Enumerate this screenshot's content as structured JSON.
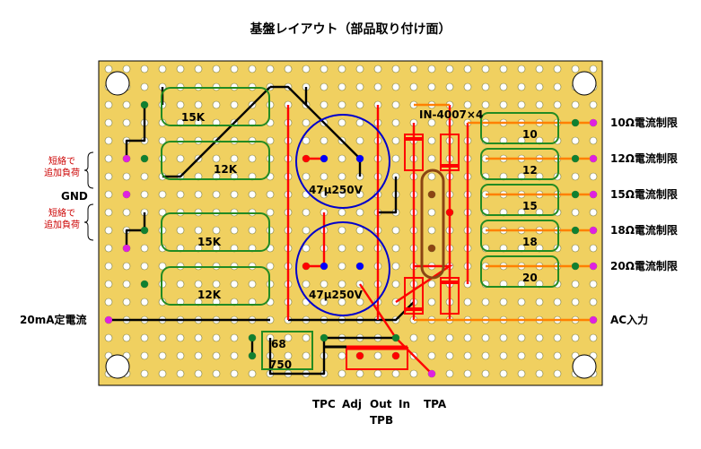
{
  "title": "基盤レイアウト（部品取り付け面）",
  "left_labels": {
    "short_top": [
      "短絡で",
      "追加負荷"
    ],
    "gnd": "GND",
    "short_bottom": [
      "短絡で",
      "追加負荷"
    ],
    "constant_current": "20mA定電流"
  },
  "right_labels": [
    "10Ω電流制限",
    "12Ω電流制限",
    "15Ω電流制限",
    "18Ω電流制限",
    "20Ω電流制限",
    "AC入力"
  ],
  "bottom_labels": {
    "tpc": "TPC",
    "adj": "Adj",
    "out": "Out",
    "in": "In",
    "tpa": "TPA",
    "tpb": "TPB"
  },
  "components": {
    "resistors_left": [
      "15K",
      "12K",
      "15K",
      "12K"
    ],
    "resistors_right": [
      "10",
      "12",
      "15",
      "18",
      "20"
    ],
    "resistors_bottom": [
      "68",
      "750"
    ],
    "capacitors": [
      "47μ250V",
      "47μ250V"
    ],
    "diode_label": "IN-4007×4"
  },
  "colors": {
    "board": "#f0d060",
    "hole": "#ffffff",
    "wire_black": "#000000",
    "wire_red": "#ff0000",
    "wire_orange": "#ff8000",
    "resistor_outline": "#228b22",
    "capacitor_outline": "#0000cc",
    "pin_magenta": "#e020e0",
    "pin_green": "#108030",
    "pin_blue": "#0000ff",
    "pin_red": "#ff0000"
  }
}
